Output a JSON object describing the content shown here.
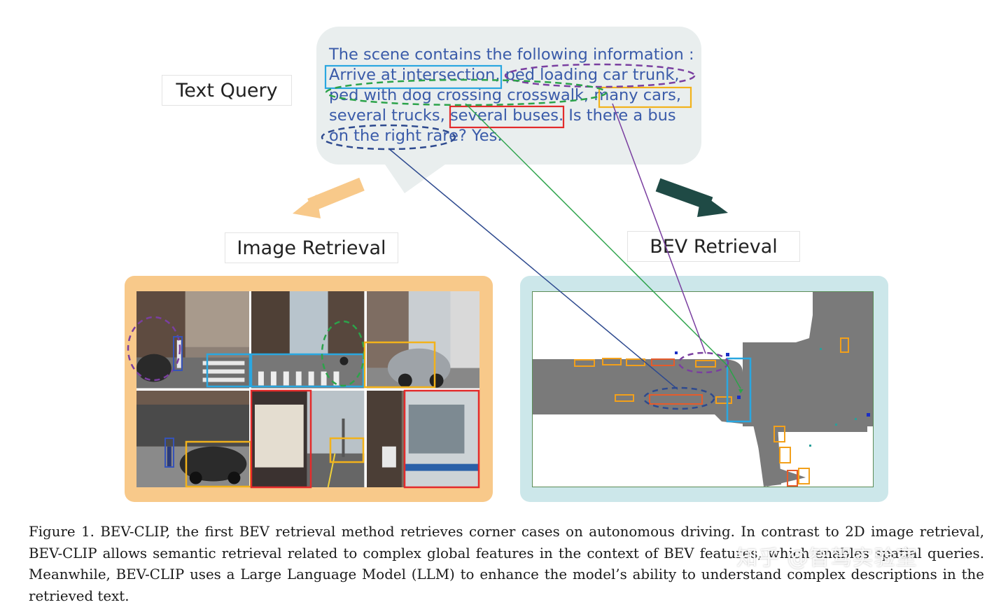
{
  "labels": {
    "text_query": "Text Query",
    "image_retrieval": "Image Retrieval",
    "bev_retrieval": "BEV Retrieval"
  },
  "query": {
    "line1": "The scene contains the following information :",
    "seg_intersection": "Arrive at intersection,",
    "seg_ped_loading": "ped loading car trunk,",
    "seg_ped_dog": "ped with dog crossing crosswalk,",
    "seg_many_cars": "many cars,",
    "seg_trucks": "several trucks,",
    "seg_buses": "several buses",
    "seg_question": ". Is there a bus",
    "seg_right_rare": "on the right rare",
    "seg_answer": "? Yes."
  },
  "caption": {
    "text": "Figure 1. BEV-CLIP, the first BEV retrieval method retrieves corner cases on autonomous driving. In contrast to 2D image retrieval, BEV-CLIP allows semantic retrieval related to complex global features in the context of BEV features, which enables spatial queries. Meanwhile, BEV-CLIP uses a Large Language Model (LLM) to enhance the model’s ability to understand complex descriptions in the retrieved text."
  },
  "watermark": "知乎 @智驾实验室",
  "colors": {
    "bubble": "#e9eeee",
    "query_text": "#3a5ba9",
    "image_panel": "#f8c98a",
    "bev_panel": "#cce7ea",
    "arrow_left": "#f8c98a",
    "arrow_right": "#1f4a45",
    "box_blue": "#2aa7e0",
    "box_red": "#e32b2b",
    "box_yellow": "#f2b21b",
    "ellipse_purple": "#7a3fa0",
    "ellipse_green": "#2ca34a",
    "ellipse_navy": "#2e4a8f",
    "road": "#7a7a7a"
  }
}
